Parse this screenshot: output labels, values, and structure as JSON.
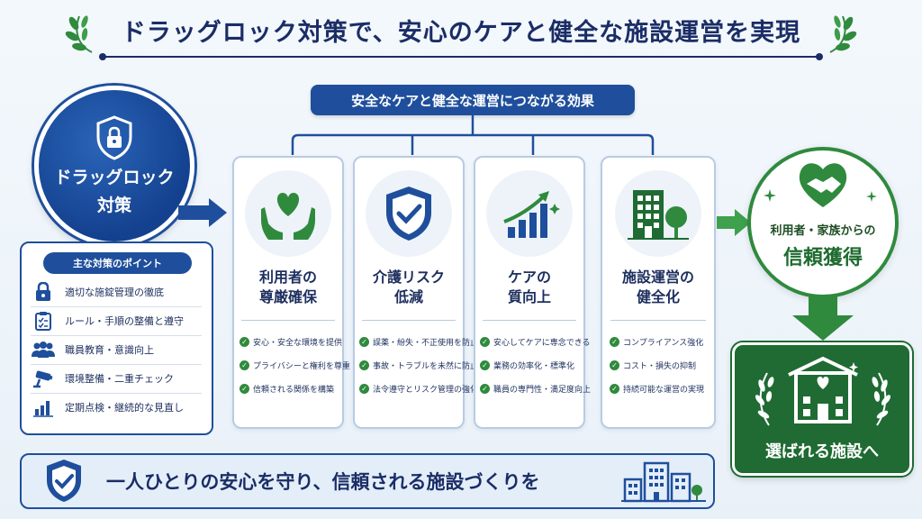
{
  "title": "ドラッグロック対策で、安心のケアと健全な施設運営を実現",
  "effects_label": "安全なケアと健全な運営につながる効果",
  "main": {
    "line1": "ドラッグロック",
    "line2": "対策"
  },
  "points": {
    "heading": "主な対策のポイント",
    "items": [
      {
        "label": "適切な施錠管理の徹底",
        "icon": "lock-icon"
      },
      {
        "label": "ルール・手順の整備と遵守",
        "icon": "clipboard-icon"
      },
      {
        "label": "職員教育・意識向上",
        "icon": "people-icon"
      },
      {
        "label": "環境整備・二重チェック",
        "icon": "camera-icon"
      },
      {
        "label": "定期点検・継続的な見直し",
        "icon": "bar-chart-icon"
      }
    ]
  },
  "cards": [
    {
      "title1": "利用者の",
      "title2": "尊厳確保",
      "icon": "heart-hands-icon",
      "items": [
        "安心・安全な環境を提供",
        "プライバシーと権利を尊重",
        "信頼される関係を構築"
      ]
    },
    {
      "title1": "介護リスク",
      "title2": "低減",
      "icon": "shield-check-icon",
      "items": [
        "誤薬・紛失・不正使用を防止",
        "事故・トラブルを未然に防止",
        "法令遵守とリスク管理の強化"
      ]
    },
    {
      "title1": "ケアの",
      "title2": "質向上",
      "icon": "growth-chart-icon",
      "items": [
        "安心してケアに専念できる",
        "業務の効率化・標準化",
        "職員の専門性・満足度向上"
      ]
    },
    {
      "title1": "施設運営の",
      "title2": "健全化",
      "icon": "building-icon",
      "items": [
        "コンプライアンス強化",
        "コスト・損失の抑制",
        "持続可能な運営の実現"
      ]
    }
  ],
  "trust": {
    "line1": "利用者・家族からの",
    "line2": "信頼獲得"
  },
  "chosen_label": "選ばれる施設へ",
  "banner": "一人ひとりの安心を守り、信頼される施設づくりを",
  "colors": {
    "navy": "#1b2d66",
    "blue": "#1f4f9c",
    "green": "#2f8a3d",
    "dark_green": "#1f6b33"
  }
}
